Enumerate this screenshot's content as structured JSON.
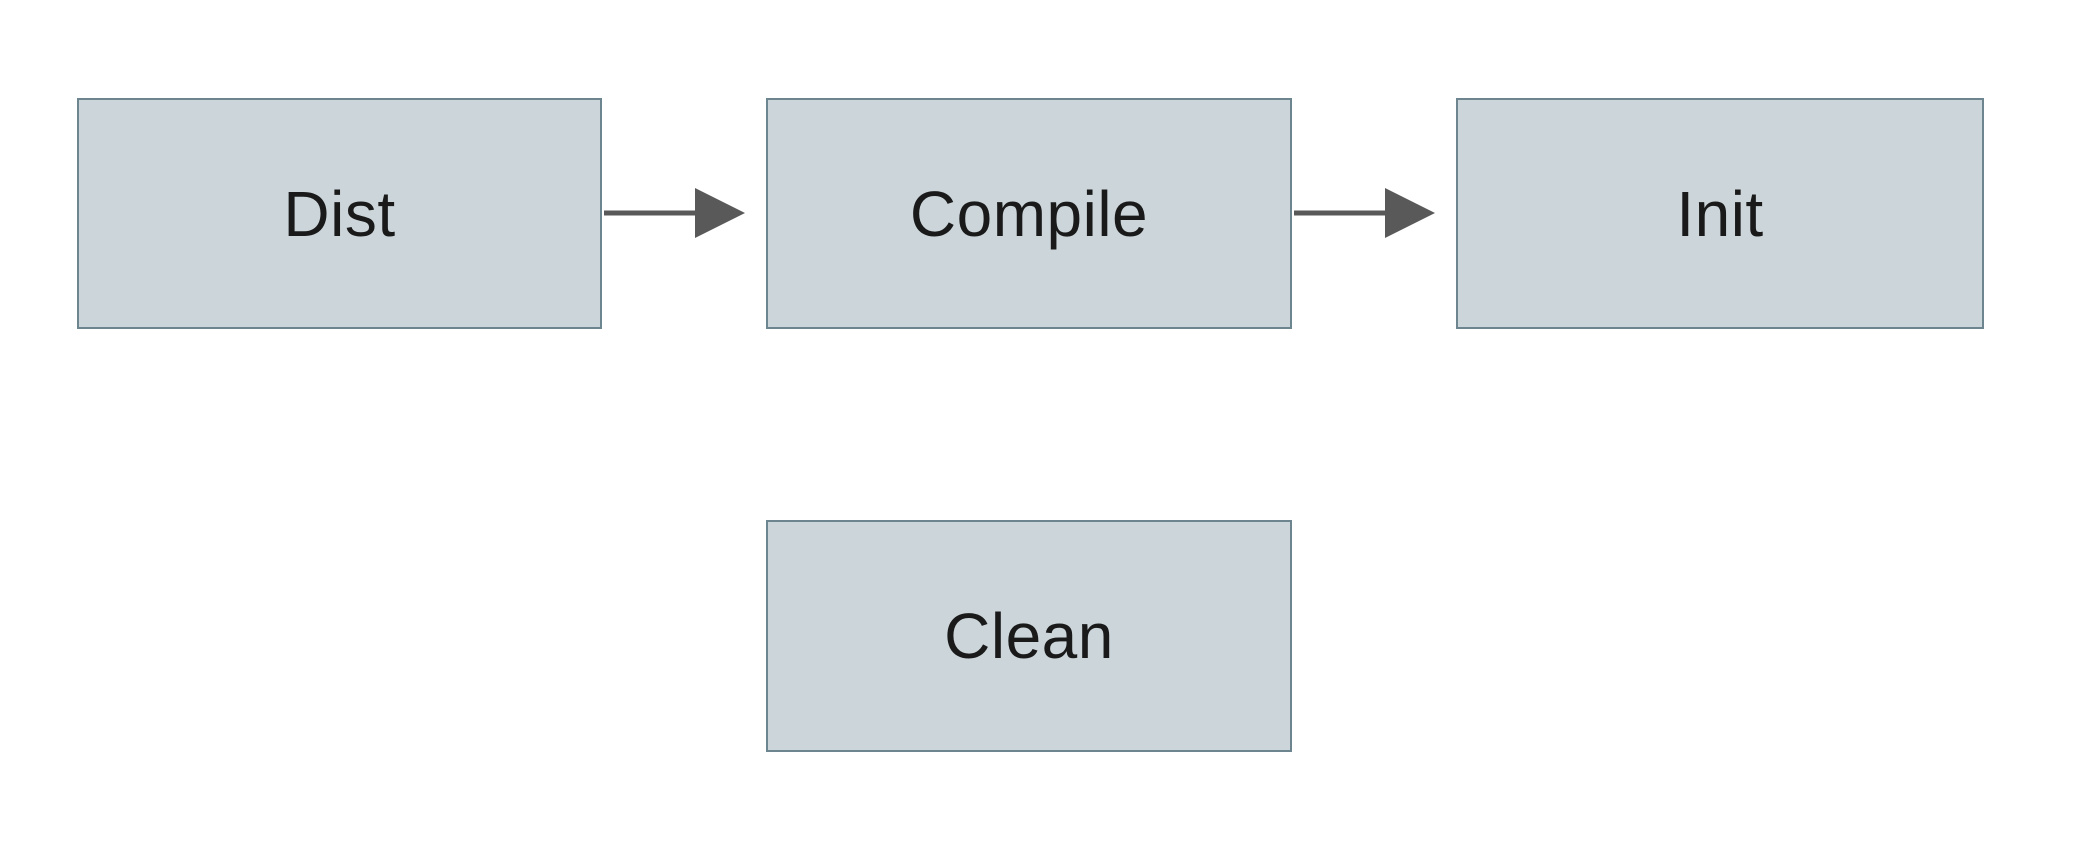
{
  "diagram": {
    "title": "build-tasks-flowchart",
    "nodes": [
      {
        "id": "dist",
        "label": "Dist"
      },
      {
        "id": "compile",
        "label": "Compile"
      },
      {
        "id": "init",
        "label": "Init"
      },
      {
        "id": "clean",
        "label": "Clean"
      }
    ],
    "edges": [
      {
        "from": "dist",
        "to": "compile"
      },
      {
        "from": "compile",
        "to": "init"
      }
    ],
    "colors": {
      "node_fill": "#ccd6da",
      "node_border": "#6d858f",
      "arrow": "#595959",
      "text": "#1a1a1a",
      "background": "#ffffff"
    }
  }
}
